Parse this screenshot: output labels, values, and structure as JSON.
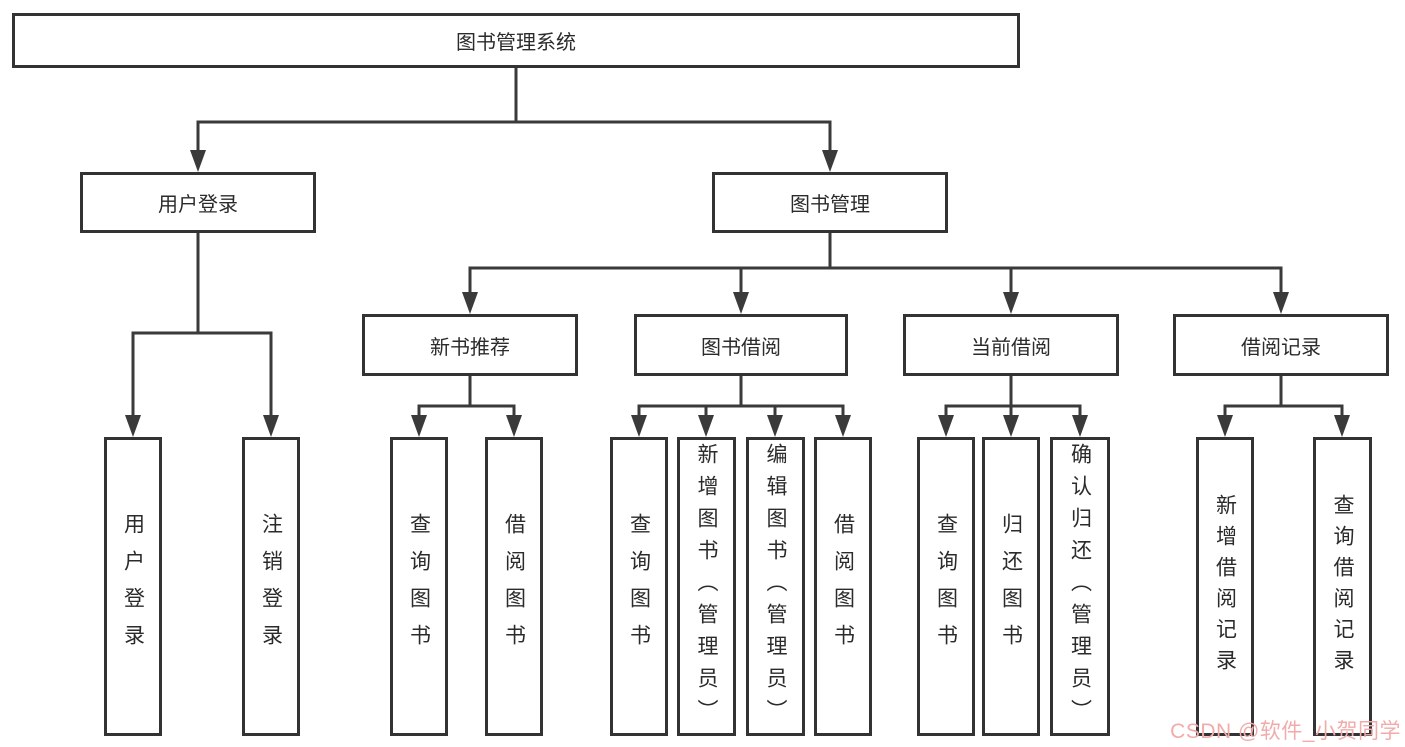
{
  "tree": {
    "root": {
      "label": "图书管理系统"
    },
    "branches": [
      {
        "label": "用户登录",
        "children": [
          {
            "label": "用户登录"
          },
          {
            "label": "注销登录"
          }
        ]
      },
      {
        "label": "图书管理",
        "sections": [
          {
            "label": "新书推荐",
            "children": [
              {
                "label": "查询图书"
              },
              {
                "label": "借阅图书"
              }
            ]
          },
          {
            "label": "图书借阅",
            "children": [
              {
                "label": "查询图书"
              },
              {
                "label": "新增图书（管理员）"
              },
              {
                "label": "编辑图书（管理员）"
              },
              {
                "label": "借阅图书"
              }
            ]
          },
          {
            "label": "当前借阅",
            "children": [
              {
                "label": "查询图书"
              },
              {
                "label": "归还图书"
              },
              {
                "label": "确认归还（管理员）"
              }
            ]
          },
          {
            "label": "借阅记录",
            "children": [
              {
                "label": "新增借阅记录"
              },
              {
                "label": "查询借阅记录"
              }
            ]
          }
        ]
      }
    ]
  },
  "watermark": {
    "text": "CSDN @软件_小贺同学"
  },
  "colors": {
    "line": "#3a3a3a",
    "border": "#333333",
    "text": "#2b2b2b",
    "background": "#ffffff",
    "watermark": "#f2abab"
  }
}
